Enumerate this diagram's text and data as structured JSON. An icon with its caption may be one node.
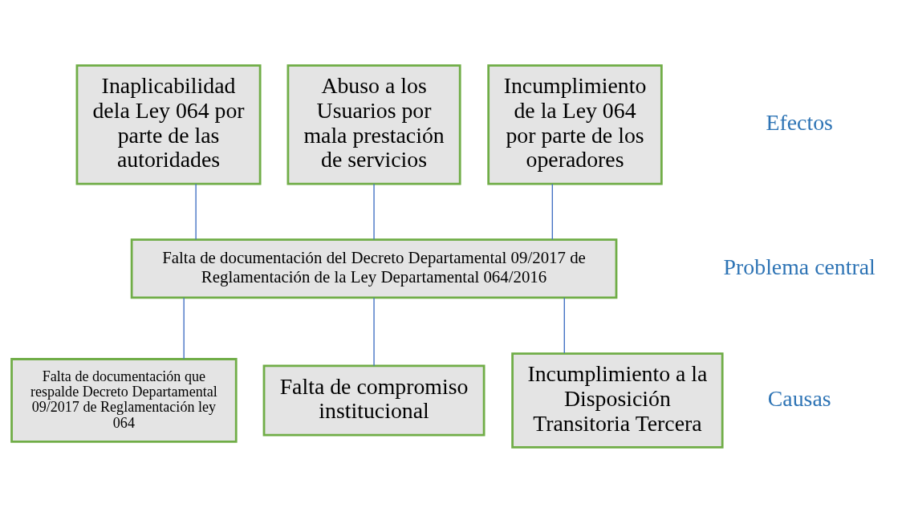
{
  "diagram": {
    "nodes": [
      {
        "text": [
          "Inaplicabilidad dela Ley 064 por parte de las autoridades"
        ]
      },
      {
        "text": [
          "Abuso a los Usuarios por mala prestación de servicios"
        ]
      },
      {
        "text": [
          "Incumplimiento de la Ley 064 por parte de los operadores"
        ]
      },
      {
        "text": [
          "Falta de documentación del Decreto Departamental 09/2017 de Reglamentación de la Ley Departamental 064/2016"
        ]
      },
      {
        "text": [
          "Falta de documentación que respalde Decreto Departamental 09/2017 de Reglamentación ley 064"
        ]
      },
      {
        "text": [
          "Falta de compromiso institucional"
        ]
      },
      {
        "text": [
          "Incumplimiento a la Disposición Transitoria Tercera"
        ]
      }
    ],
    "edges": [
      {
        "from": 0,
        "to": 3,
        "arrow": "none"
      },
      {
        "from": 1,
        "to": 3,
        "arrow": "none"
      },
      {
        "from": 2,
        "to": 3,
        "arrow": "none"
      },
      {
        "from": 3,
        "to": 4,
        "arrow": "none"
      },
      {
        "from": 3,
        "to": 5,
        "arrow": "none"
      },
      {
        "from": 3,
        "to": 6,
        "arrow": "none"
      }
    ],
    "labels": [
      "Efectos",
      "Problema central",
      "Causas"
    ]
  }
}
